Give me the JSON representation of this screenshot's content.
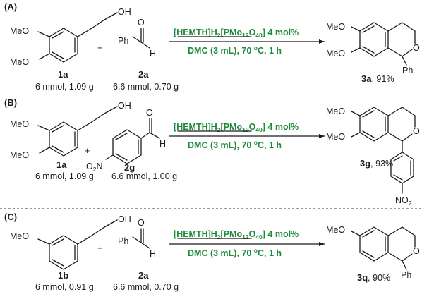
{
  "panels": [
    {
      "label": "(A)",
      "reactant1": {
        "sub1": "MeO",
        "sub2": "MeO",
        "tail": "OH",
        "compound": "1a",
        "amount": "6 mmol, 1.09 g"
      },
      "plus": "+",
      "reactant2": {
        "group": "Ph",
        "atom_o": "O",
        "atom_h": "H",
        "compound": "2a",
        "amount": "6.6 mmol, 0.70 g"
      },
      "catalyst": {
        "open": "[HEMTH]H",
        "s1": "2",
        "mid1": "[PMo",
        "s2": "12",
        "mid2": "O",
        "s3": "40",
        "close": "]  4 mol%"
      },
      "conditions": {
        "text": "DMC (3 mL), 70 ",
        "deg": "o",
        "tail": "C, 1 h"
      },
      "product": {
        "sub1": "MeO",
        "sub2": "MeO",
        "ring_o": "O",
        "aryl": "Ph",
        "compound": "3a",
        "yield": ", 91%"
      }
    },
    {
      "label": "(B)",
      "reactant1": {
        "sub1": "MeO",
        "sub2": "MeO",
        "tail": "OH",
        "compound": "1a",
        "amount": "6 mmol, 1.09 g"
      },
      "plus": "+",
      "reactant2": {
        "group": "O",
        "group_sub": "2",
        "group_tail": "N",
        "atom_o": "O",
        "atom_h": "H",
        "compound": "2g",
        "amount": "6.6 mmol, 1.00 g"
      },
      "catalyst": {
        "open": "[HEMTH]H",
        "s1": "2",
        "mid1": "[PMo",
        "s2": "12",
        "mid2": "O",
        "s3": "40",
        "close": "]  4 mol%"
      },
      "conditions": {
        "text": "DMC (3 mL), 70 ",
        "deg": "o",
        "tail": "C, 1 h"
      },
      "product": {
        "sub1": "MeO",
        "sub2": "MeO",
        "ring_o": "O",
        "aryl": "NO",
        "aryl_sub": "2",
        "compound": "3g",
        "yield": ", 93%"
      }
    },
    {
      "label": "(C)",
      "reactant1": {
        "sub1": "MeO",
        "tail": "OH",
        "compound": "1b",
        "amount": "6 mmol, 0.91 g"
      },
      "plus": "+",
      "reactant2": {
        "group": "Ph",
        "atom_o": "O",
        "atom_h": "H",
        "compound": "2a",
        "amount": "6.6 mmol, 0.70 g"
      },
      "catalyst": {
        "open": "[HEMTH]H",
        "s1": "2",
        "mid1": "[PMo",
        "s2": "12",
        "mid2": "O",
        "s3": "40",
        "close": "]  4 mol%"
      },
      "conditions": {
        "text": "DMC (3 mL), 70 ",
        "deg": "o",
        "tail": "C, 1 h"
      },
      "product": {
        "sub1": "MeO",
        "ring_o": "O",
        "aryl": "Ph",
        "compound": "3q",
        "yield": ", 90%"
      }
    }
  ]
}
